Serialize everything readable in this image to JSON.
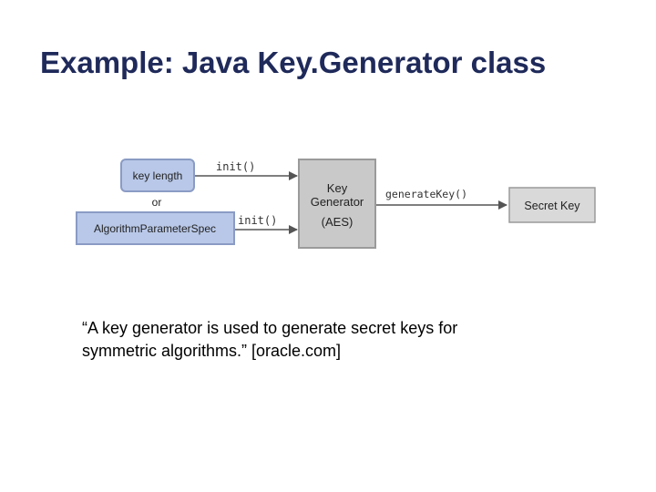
{
  "slide": {
    "title": "Example: Java Key.Generator class",
    "quote_line1": "“A key generator is used to generate secret keys for",
    "quote_line2": "symmetric algorithms.”  [oracle.com]"
  },
  "diagram": {
    "key_length_label": "key length",
    "or_label": "or",
    "param_spec_label": "AlgorithmParameterSpec",
    "init_label_top": "init()",
    "init_label_bottom": "init()",
    "keygen_line1": "Key",
    "keygen_line2": "Generator",
    "keygen_line3": "(AES)",
    "generate_label": "generateKey()",
    "secret_key_label": "Secret Key",
    "colors": {
      "input_box_fill": "#b9c8e8",
      "input_box_stroke": "#8a9bc4",
      "keygen_fill": "#c9c9c9",
      "keygen_stroke": "#9a9a9a",
      "secret_fill": "#d9d9d9",
      "arrow": "#555555",
      "title": "#1f2a5a"
    }
  }
}
